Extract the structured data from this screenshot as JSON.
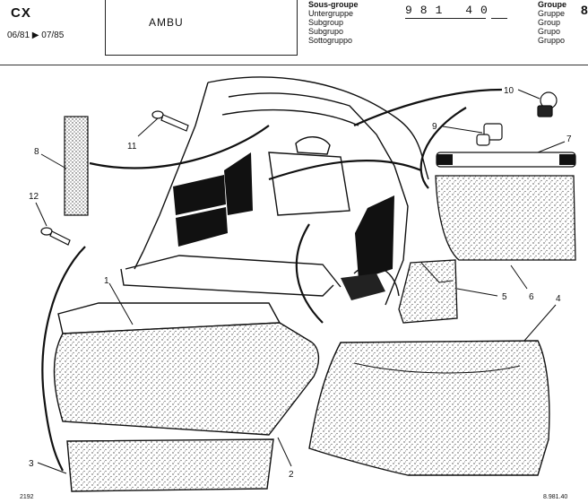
{
  "header": {
    "model": "CX",
    "dates": "06/81 ▶ 07/85",
    "title": "AMBU",
    "subgroup_labels": [
      "Sous-groupe",
      "Untergruppe",
      "Subgroup",
      "Subgrupo",
      "Sottogruppo"
    ],
    "group_labels": [
      "Groupe",
      "Gruppe",
      "Group",
      "Grupo",
      "Gruppo"
    ],
    "code": "981 40",
    "edge_char": "8"
  },
  "callouts": [
    "1",
    "2",
    "3",
    "4",
    "5",
    "6",
    "7",
    "8",
    "9",
    "10",
    "11",
    "12"
  ],
  "footer": {
    "left": "2192",
    "right": "8.981.40"
  }
}
